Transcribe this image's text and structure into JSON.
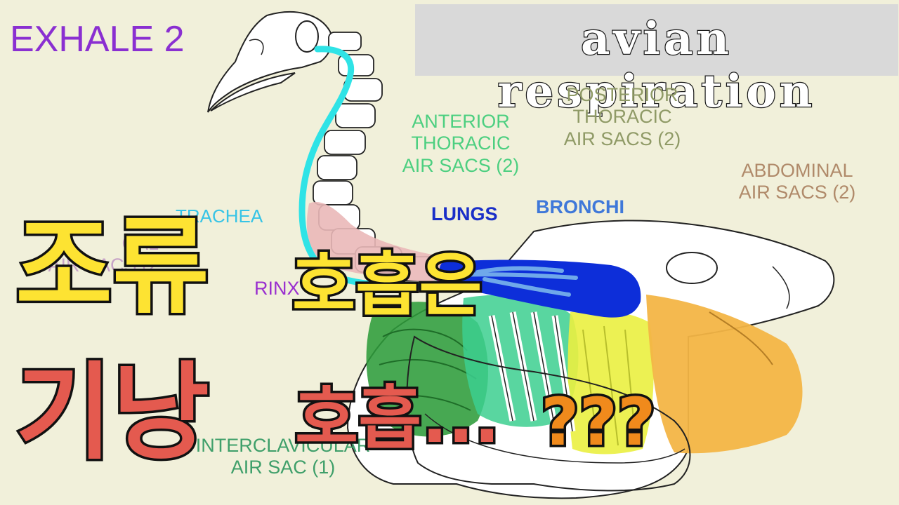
{
  "stage_label": "EXHALE 2",
  "title": "avian respiration",
  "labels": {
    "trachea": "TRACHEA",
    "lungs": "LUNGS",
    "bronchi": "BRONCHI",
    "anterior_thoracic": [
      "ANTERIOR",
      "THORACIC",
      "AIR SACS (2)"
    ],
    "posterior_thoracic": [
      "POSTERIOR",
      "THORACIC",
      "AIR SACS (2)"
    ],
    "abdominal": [
      "ABDOMINAL",
      "AIR SACS (2)"
    ],
    "cervical_partial": [
      "CAL",
      "AIR SACS (2"
    ],
    "syrinx_partial": "RINX",
    "interclavicular_partial": [
      "INTERCLAVICULAR",
      "AIR SAC (1)"
    ]
  },
  "korean_caption": {
    "line1_big": "조류",
    "line1_small": "호흡은",
    "line2_big": "기낭",
    "line2_small": "호흡...",
    "line2_q": "???"
  },
  "colors": {
    "background": "#f1f0da",
    "trachea": "#2fe3e6",
    "lungs": "#0d2ed9",
    "bronchi": "#6fa8ea",
    "anterior_air_sacs": "#3ccf8f",
    "posterior_air_sacs": "#eaf040",
    "abdominal_air_sacs": "#f3b546",
    "interclavicular_air_sac": "#2d9c3a",
    "cervical_air_sac": "#eab8b8",
    "syrinx": "#d21fd2",
    "caption_yellow": "#fde332",
    "caption_red": "#e45a4f",
    "caption_orange": "#f08a1c"
  }
}
